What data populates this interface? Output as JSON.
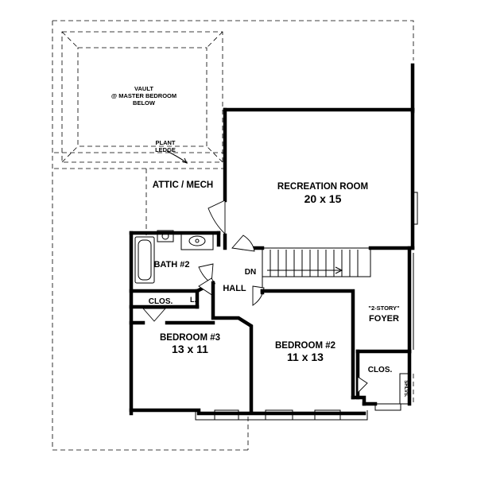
{
  "plan": {
    "vault": {
      "line1": "VAULT",
      "line2": "@ MASTER BEDROOM",
      "line3": "BELOW"
    },
    "plant_ledge": {
      "line1": "PLANT",
      "line2": "LEDGE"
    },
    "attic": "ATTIC / MECH",
    "recreation_room": {
      "name": "RECREATION ROOM",
      "size": "20 x 15"
    },
    "bath2": "BATH #2",
    "hall": "HALL",
    "stair_dn": "DN",
    "linen": "L.",
    "closet_left": "CLOS.",
    "closet_right": "CLOS.",
    "shelves": "SHLVS.",
    "foyer": {
      "line1": "\"2-STORY\"",
      "line2": "FOYER"
    },
    "bedroom3": {
      "name": "BEDROOM #3",
      "size": "13 x 11"
    },
    "bedroom2": {
      "name": "BEDROOM #2",
      "size": "11 x 13"
    }
  }
}
